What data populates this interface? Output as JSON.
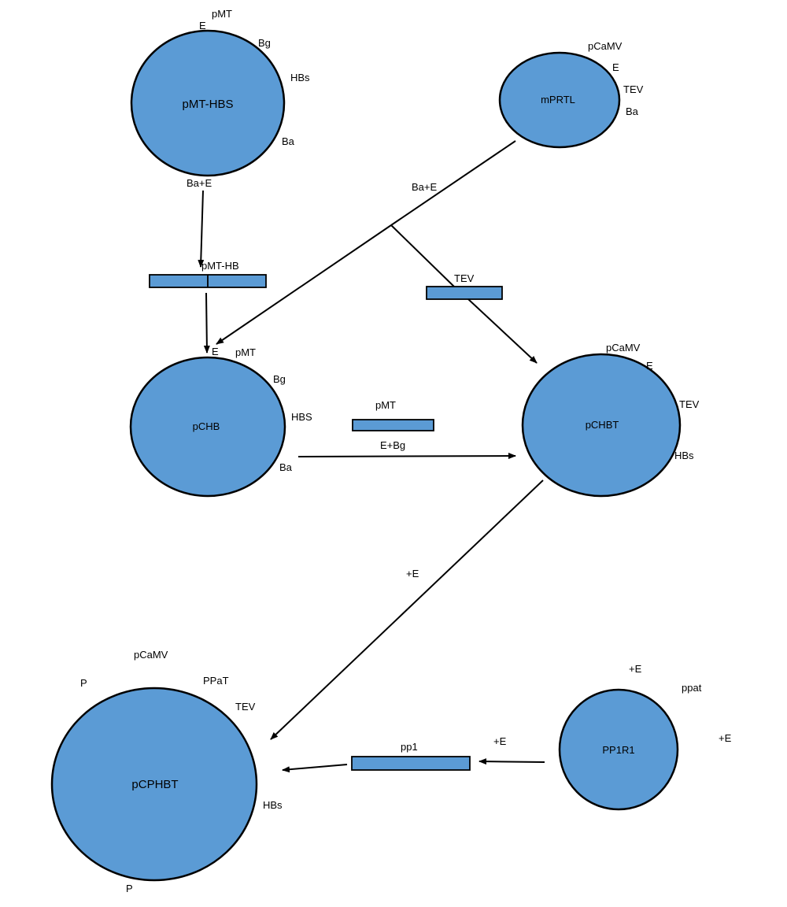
{
  "colors": {
    "plasmid_fill": "#5b9bd5",
    "insert_fill": "#5b9bd5",
    "stroke": "#000000",
    "background": "#ffffff"
  },
  "plasmids": {
    "pmt_hbs": {
      "name": "pMT-HBS",
      "sites": {
        "pmt": "pMT",
        "e": "E",
        "bg": "Bg",
        "hbs": "HBs",
        "ba": "Ba"
      }
    },
    "mprtl": {
      "name": "mPRTL",
      "sites": {
        "pcamv": "pCaMV",
        "e": "E",
        "tev": "TEV",
        "ba": "Ba"
      }
    },
    "pchb": {
      "name": "pCHB",
      "sites": {
        "e": "E",
        "pmt": "pMT",
        "bg": "Bg",
        "hbs": "HBS",
        "ba": "Ba"
      }
    },
    "pchbt": {
      "name": "pCHBT",
      "sites": {
        "pcamv": "pCaMV",
        "e": "E",
        "tev": "TEV",
        "hbs": "HBs"
      }
    },
    "pcphbt": {
      "name": "pCPHBT",
      "sites": {
        "p_top": "P",
        "pcamv": "pCaMV",
        "ppat": "PPaT",
        "tev": "TEV",
        "hbs": "HBs",
        "p_bottom": "P"
      }
    },
    "pp1r1": {
      "name": "PP1R1",
      "sites": {
        "e_top": "+E",
        "ppat": "ppat",
        "e_right": "+E"
      }
    }
  },
  "fragments": {
    "pmt_hb": {
      "name": "pMT-HB"
    },
    "tev": {
      "name": "TEV"
    },
    "pmt": {
      "name": "pMT",
      "digest": "E+Bg"
    },
    "pp1": {
      "name": "pp1"
    }
  },
  "digests": {
    "pmt_hbs": "Ba+E",
    "mprtl": "Ba+E",
    "pchbt": "+E",
    "pp1r1": "+E"
  }
}
